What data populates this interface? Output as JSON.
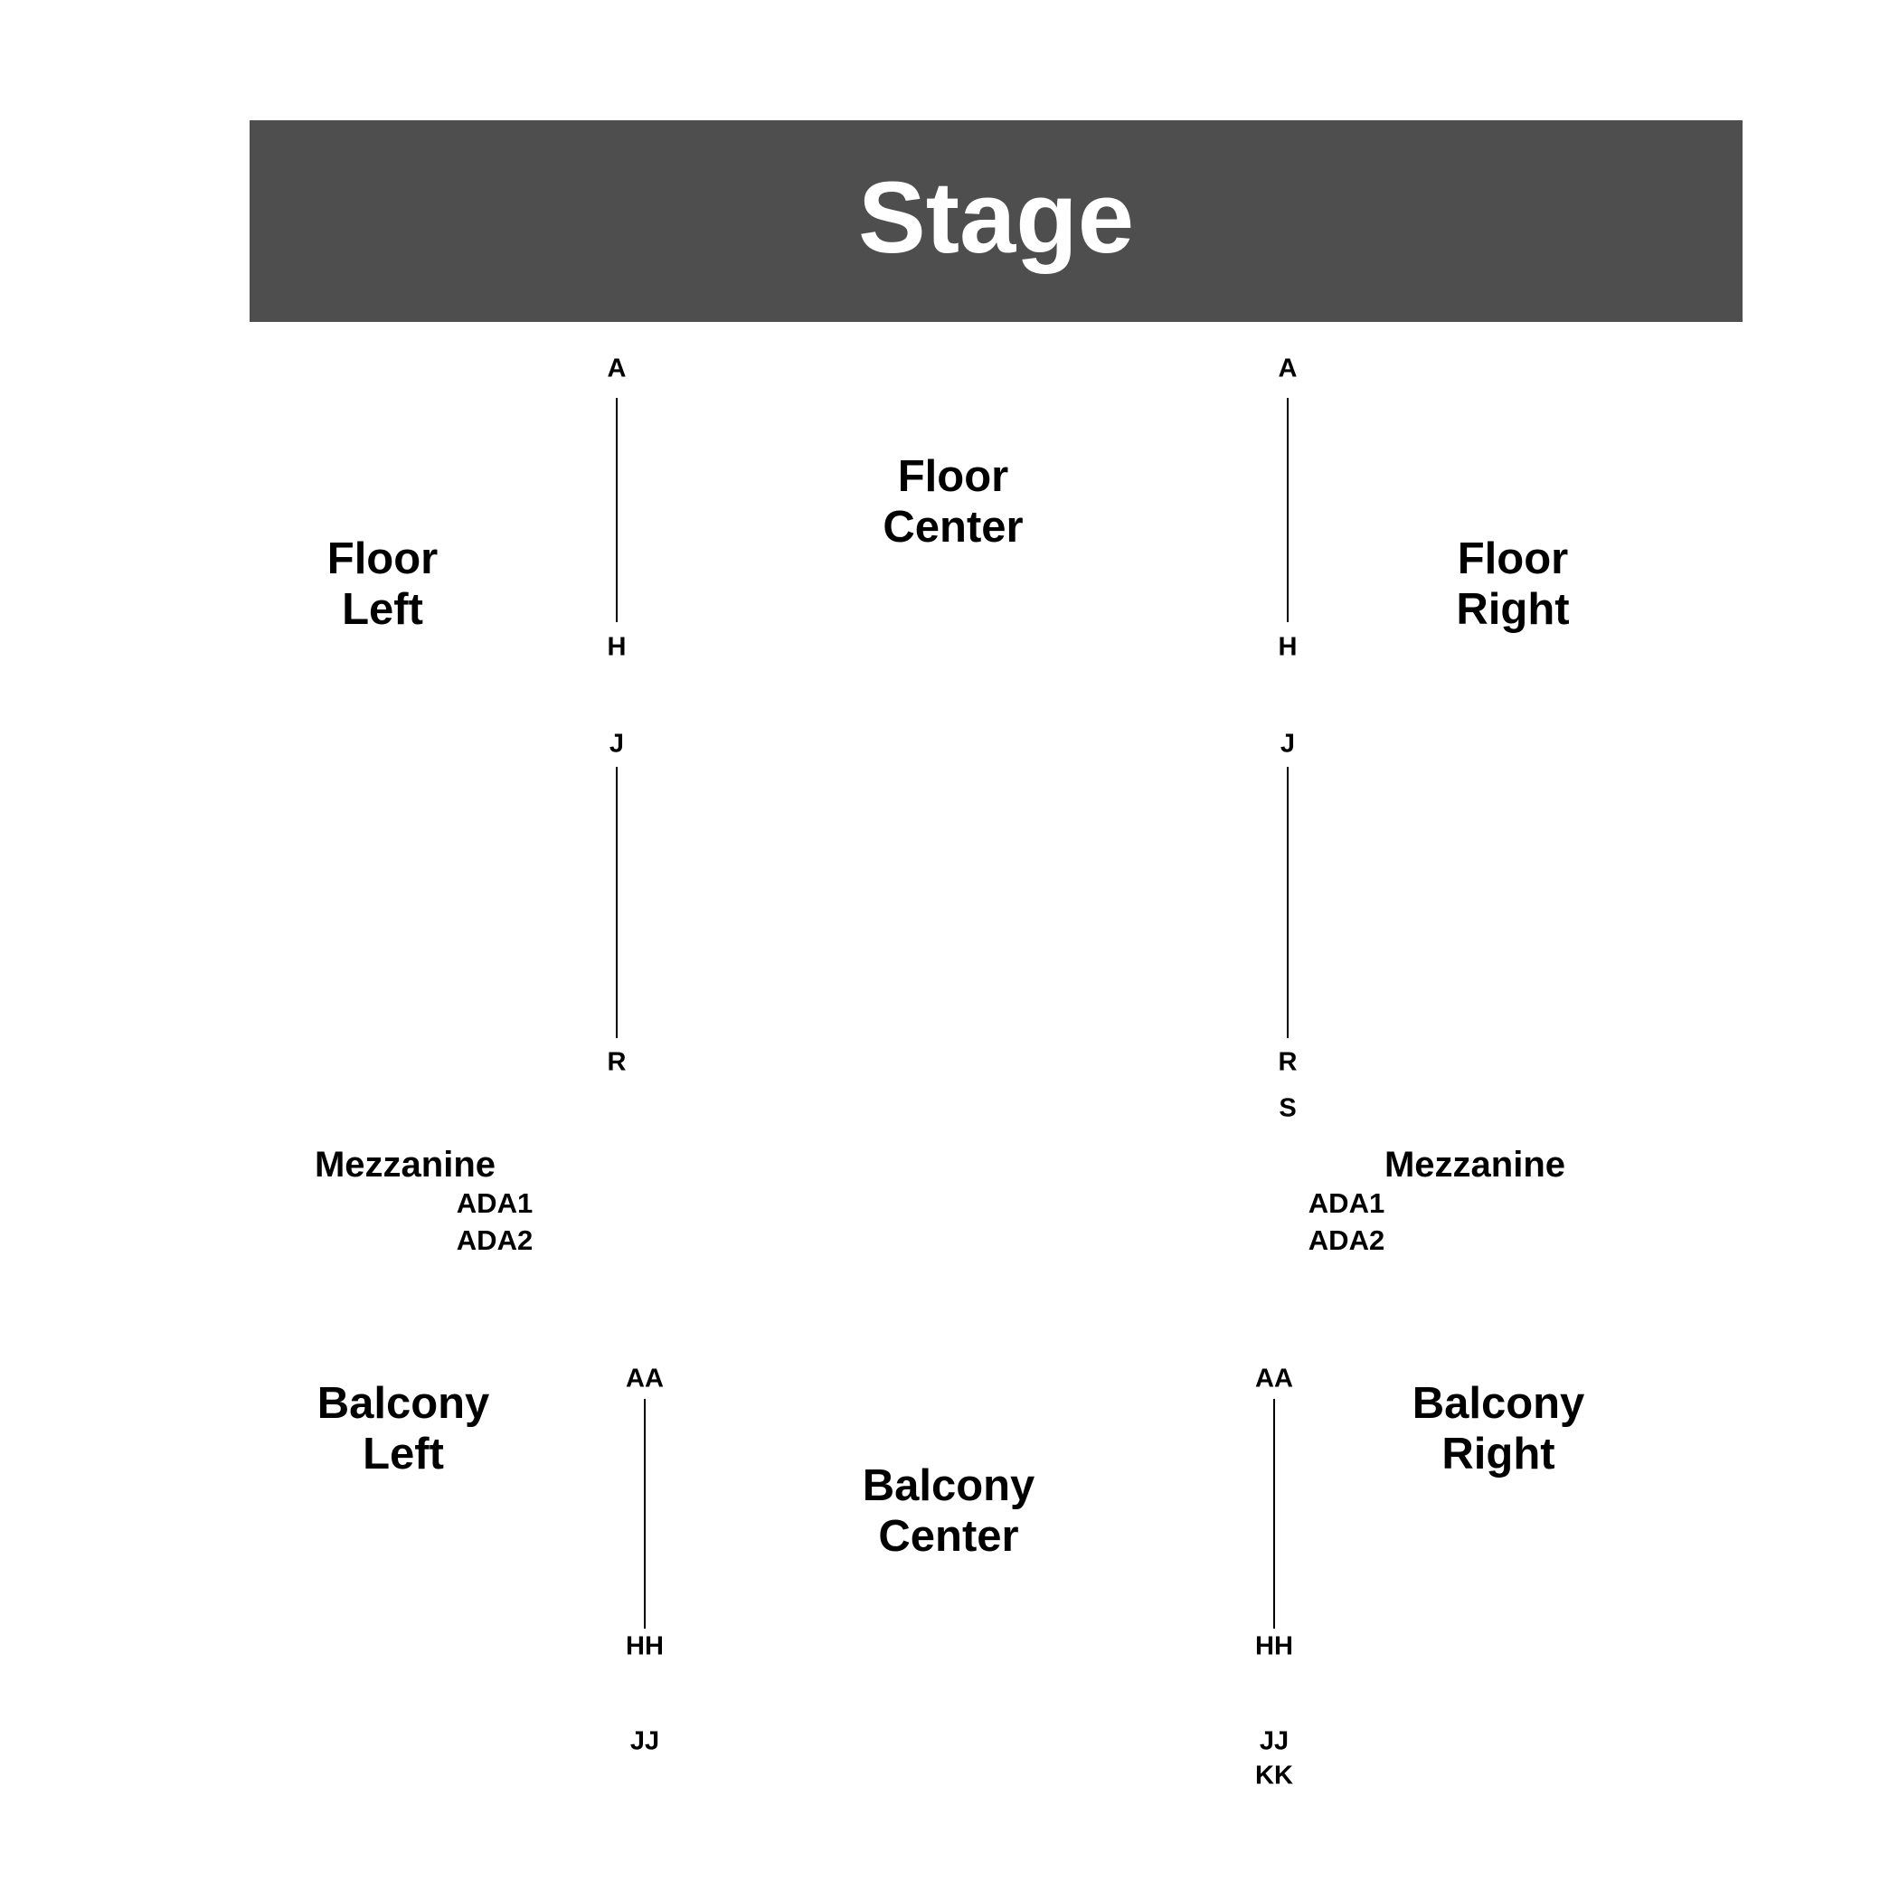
{
  "stage": {
    "label": "Stage"
  },
  "floor": {
    "left": {
      "line1": "Floor",
      "line2": "Left"
    },
    "center": {
      "line1": "Floor",
      "line2": "Center"
    },
    "right": {
      "line1": "Floor",
      "line2": "Right"
    },
    "left_aisle_rows": {
      "first": "A",
      "mid_end": "H",
      "mid_start": "J",
      "last": "R"
    },
    "right_aisle_rows": {
      "first": "A",
      "mid_end": "H",
      "mid_start": "J",
      "last": "R",
      "extra": "S"
    }
  },
  "mezzanine": {
    "left": {
      "label": "Mezzanine",
      "ada1": "ADA1",
      "ada2": "ADA2"
    },
    "right": {
      "label": "Mezzanine",
      "ada1": "ADA1",
      "ada2": "ADA2"
    }
  },
  "balcony": {
    "left": {
      "line1": "Balcony",
      "line2": "Left"
    },
    "center": {
      "line1": "Balcony",
      "line2": "Center"
    },
    "right": {
      "line1": "Balcony",
      "line2": "Right"
    },
    "left_aisle_rows": {
      "first": "AA",
      "range_end": "HH",
      "last": "JJ"
    },
    "right_aisle_rows": {
      "first": "AA",
      "range_end": "HH",
      "last": "JJ",
      "extra": "KK"
    }
  }
}
